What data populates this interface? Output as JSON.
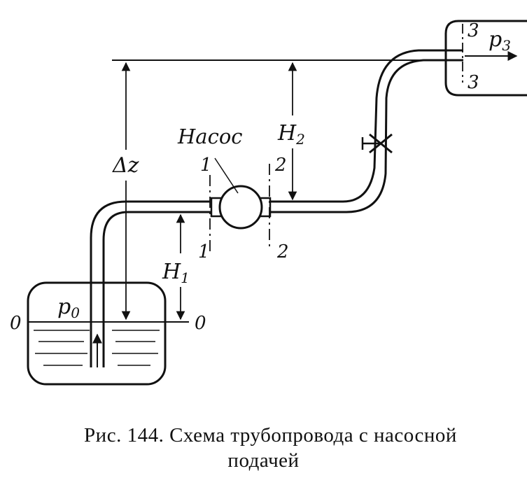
{
  "labels": {
    "pump": "Насос",
    "delta_z": "Δz",
    "h1": "H",
    "h1_sub": "1",
    "h2": "H",
    "h2_sub": "2",
    "p0": "p",
    "p0_sub": "0",
    "p3": "p",
    "p3_sub": "3",
    "section0_left": "0",
    "section0_right": "0",
    "section1_top": "1",
    "section1_bottom": "1",
    "section2_top": "2",
    "section2_bottom": "2",
    "section3_top": "3",
    "section3_bottom": "3"
  },
  "caption": {
    "line1": "Рис. 144. Схема трубопровода с насосной",
    "line2": "подачей"
  }
}
